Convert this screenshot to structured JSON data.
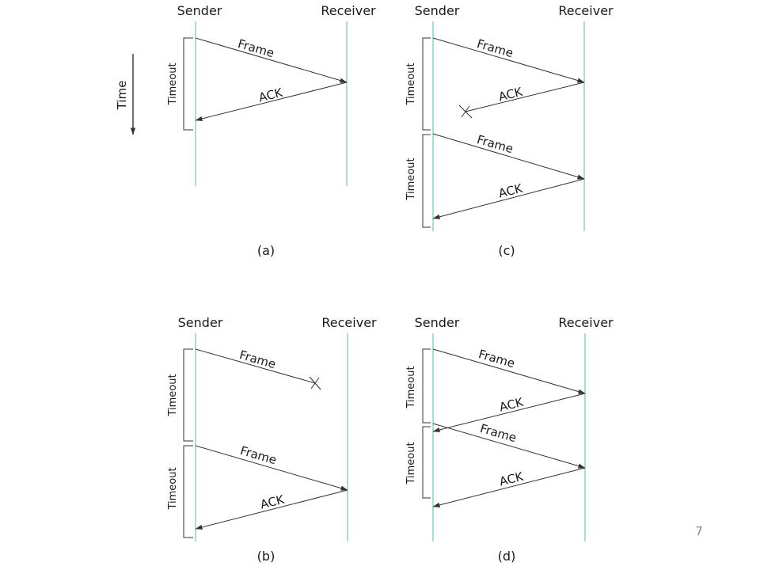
{
  "headers": {
    "sender": "Sender",
    "receiver": "Receiver"
  },
  "axis": {
    "time_label": "Time"
  },
  "labels": {
    "frame": "Frame",
    "ack": "ACK",
    "timeout": "Timeout"
  },
  "captions": {
    "a": "(a)",
    "b": "(b)",
    "c": "(c)",
    "d": "(d)"
  },
  "page_number": "7",
  "colors": {
    "lifeline": "#a8dde0",
    "line": "#333333",
    "text": "#1a1a1a"
  }
}
